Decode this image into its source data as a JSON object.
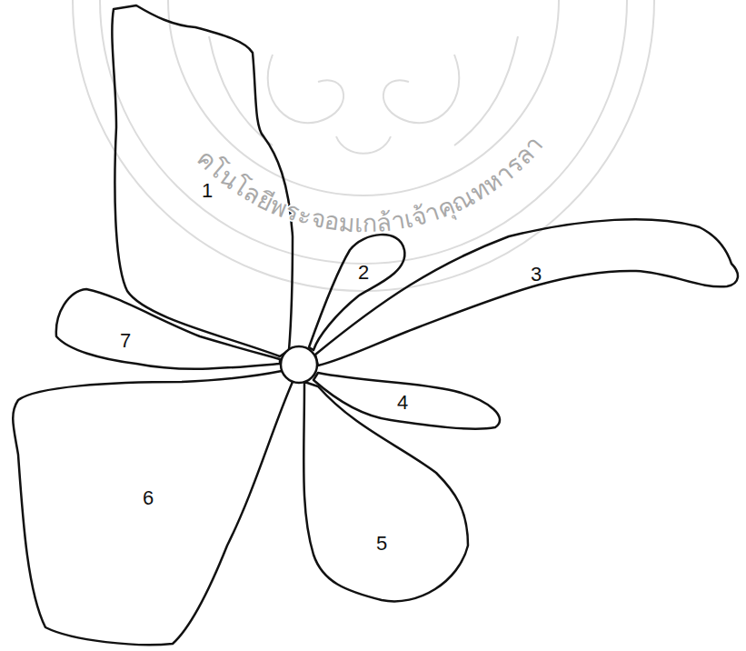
{
  "diagram": {
    "labels": [
      "คโนโลยีพระจอมเกล้าเจ้าคุณทหารลา",
      "1",
      "2",
      "3",
      "4",
      "5",
      "6",
      "7"
    ]
  }
}
